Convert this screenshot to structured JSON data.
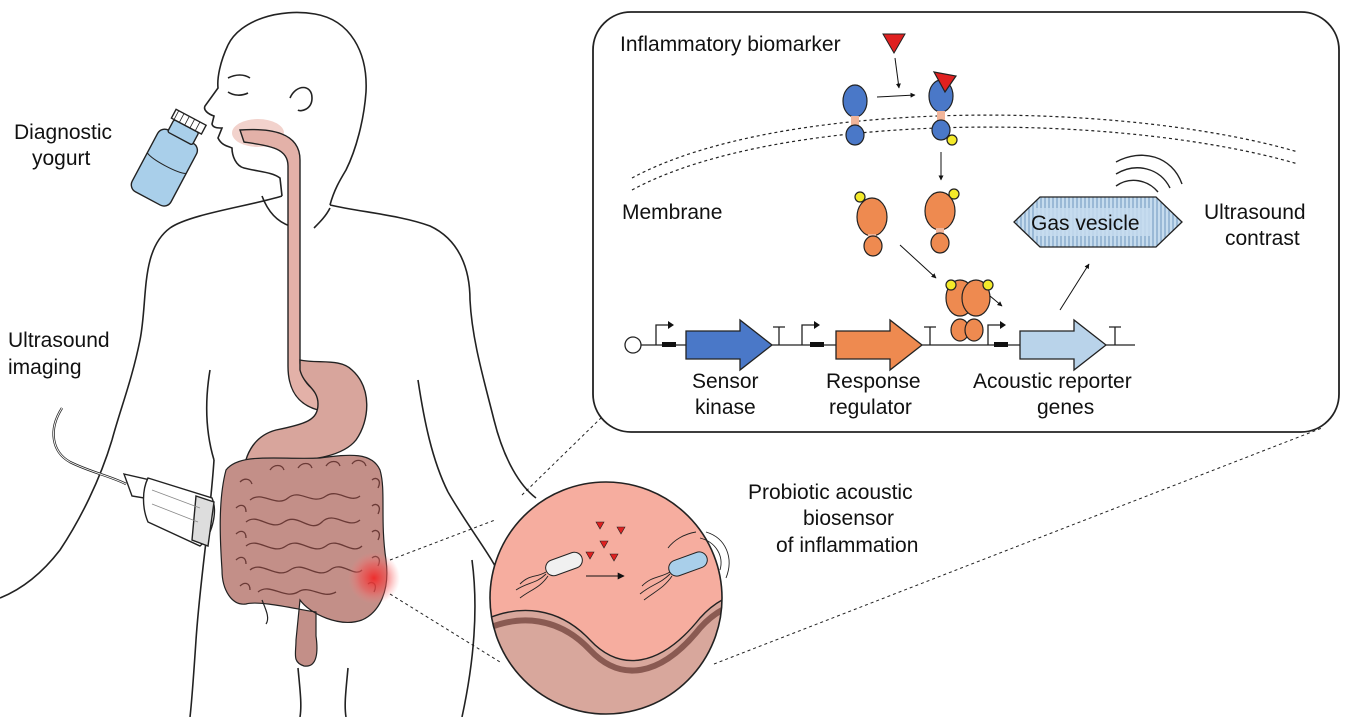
{
  "labels": {
    "diagnostic_yogurt": [
      "Diagnostic",
      "yogurt"
    ],
    "ultrasound_imaging": [
      "Ultrasound",
      "imaging"
    ],
    "inflammatory_biomarker": "Inflammatory biomarker",
    "membrane": "Membrane",
    "gas_vesicle": "Gas vesicle",
    "ultrasound_contrast": [
      "Ultrasound",
      "contrast"
    ],
    "sensor_kinase": [
      "Sensor",
      "kinase"
    ],
    "response_regulator": [
      "Response",
      "regulator"
    ],
    "acoustic_reporter_genes": [
      "Acoustic reporter",
      "genes"
    ],
    "biosensor_caption": [
      "Probiotic acoustic",
      "biosensor",
      "of inflammation"
    ]
  },
  "colors": {
    "sensor_kinase": "#4a78c8",
    "response_regulator": "#ee8a50",
    "acoustic_reporter": "#b9d3ea",
    "biomarker": "#e02020",
    "phosphate": "#f4ea2a",
    "gut": "#c79a92",
    "esophagus": "#e6b6ad",
    "circle_bg": "#f6ad9f",
    "inflammation": "#f03a3a"
  }
}
